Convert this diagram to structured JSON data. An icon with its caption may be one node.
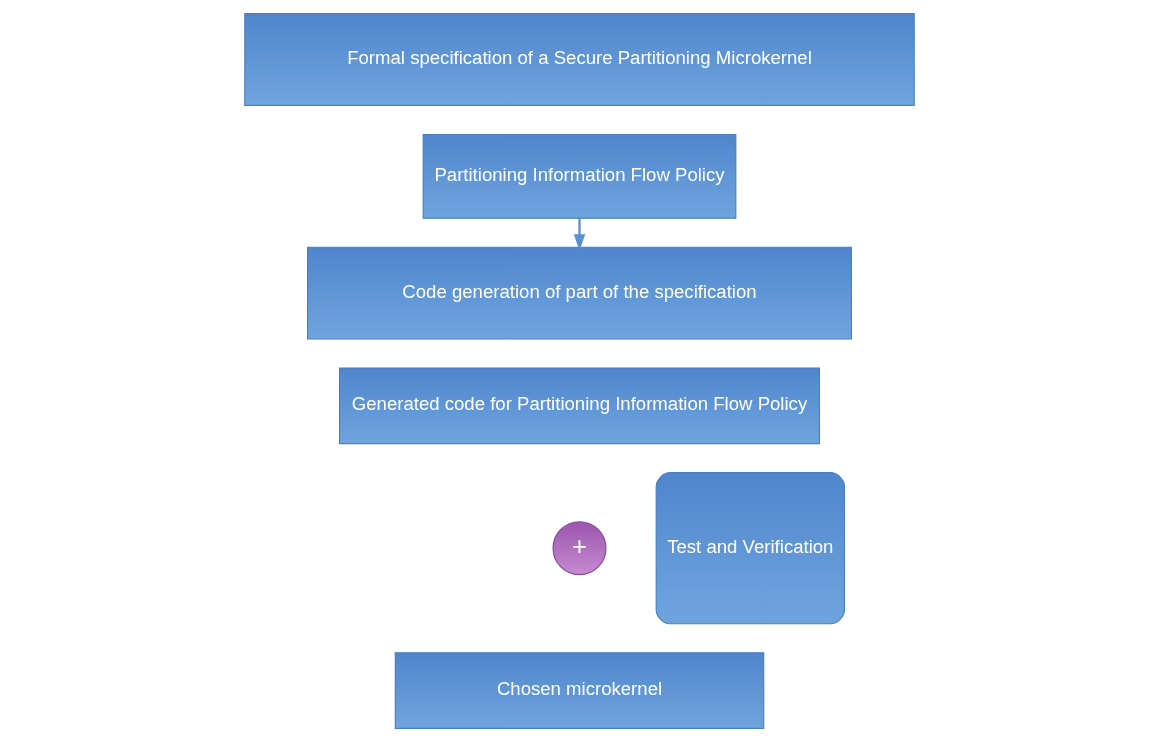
{
  "diagram": {
    "nodes": [
      {
        "text": [
          "Formal specification of a Secure Partitioning Microkernel"
        ]
      },
      {
        "text": [
          "Partitioning Information Flow Policy"
        ]
      },
      {
        "text": [
          "Code generation of part of the specification"
        ]
      },
      {
        "text": [
          "Generated code for Partitioning Information Flow Policy"
        ]
      },
      {
        "text": [
          "+"
        ]
      },
      {
        "text": [
          "Chosen microkernel"
        ]
      },
      {
        "text": [
          "Test and Verification"
        ]
      }
    ],
    "edges": [
      {
        "from": 1,
        "to": 2,
        "arrow": "to"
      }
    ]
  }
}
